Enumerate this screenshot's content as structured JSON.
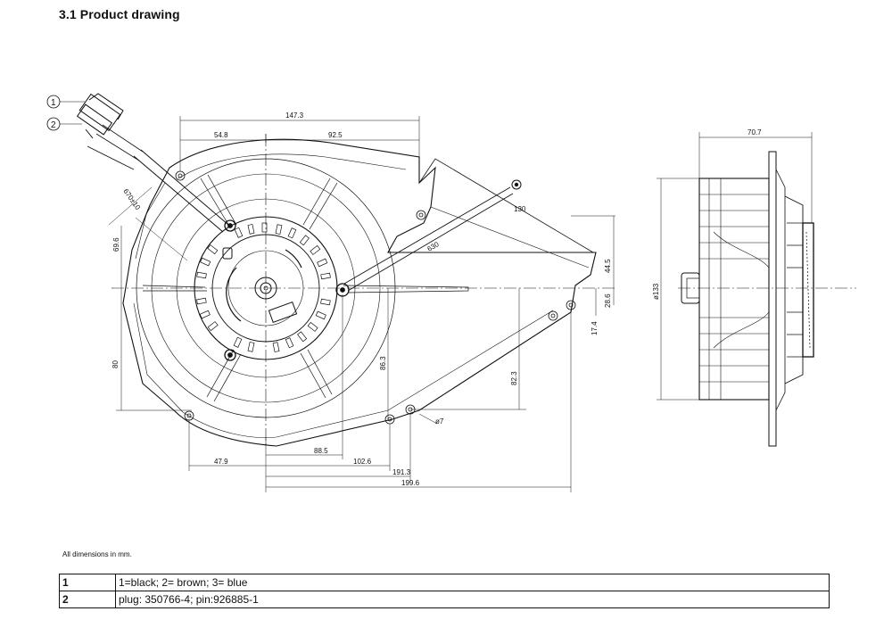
{
  "title": "3.1 Product drawing",
  "callouts": [
    "1",
    "2"
  ],
  "dimensions": {
    "d147_3": "147.3",
    "d54_8": "54.8",
    "d92_5": "92.5",
    "d670": "670±10",
    "d69_6": "69.6",
    "d130": "130",
    "d630": "630",
    "d44_5": "44.5",
    "d28_6": "28.6",
    "d17_4": "17.4",
    "d80": "80",
    "d86_3": "86.3",
    "d82_3": "82.3",
    "d7": "ø7",
    "d47_9": "47.9",
    "d88_5": "88.5",
    "d102_6": "102.6",
    "d191_3": "191.3",
    "d199_6": "199.6",
    "d70_7": "70.7",
    "d133": "ø133"
  },
  "note": "All dimensions in mm.",
  "legend": [
    {
      "num": "1",
      "text": "1=black;  2= brown;  3= blue"
    },
    {
      "num": "2",
      "text": "plug: 350766-4;  pin:926885-1"
    }
  ]
}
